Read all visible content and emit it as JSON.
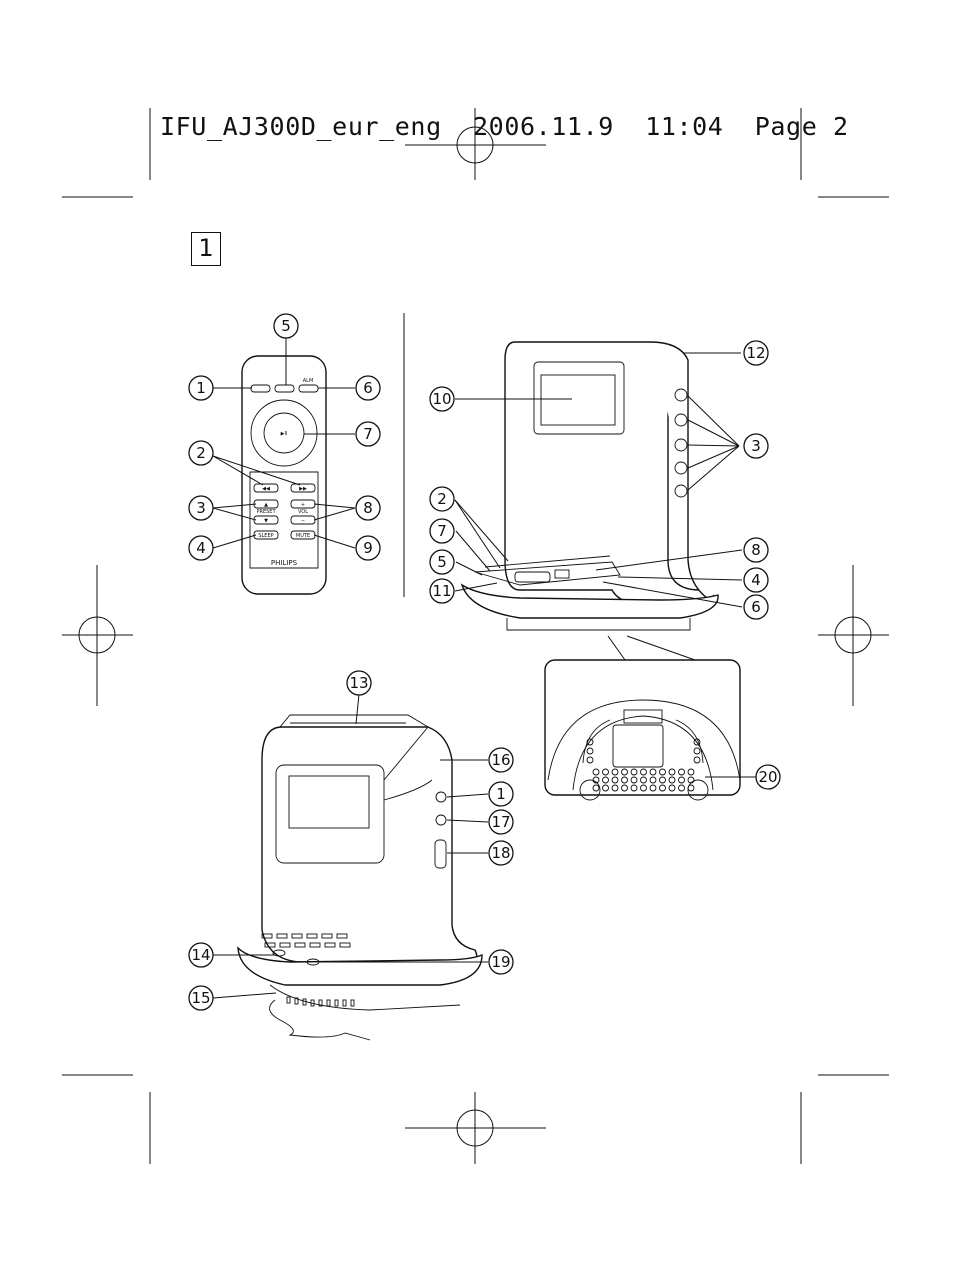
{
  "header": {
    "slug": "IFU_AJ300D_eur_eng  2006.11.9  11:04  Page 2"
  },
  "figure": {
    "number": "1"
  },
  "remote": {
    "brand": "PHILIPS",
    "labels": {
      "alarm": "ALM",
      "preset": "PRESET",
      "vol": "VOL",
      "sleep": "SLEEP",
      "mute": "MUTE"
    }
  },
  "callouts": {
    "remote": [
      "1",
      "2",
      "3",
      "4",
      "5",
      "6",
      "7",
      "8",
      "9"
    ],
    "dock_front": [
      "2",
      "3",
      "4",
      "5",
      "6",
      "7",
      "8",
      "10",
      "11",
      "12"
    ],
    "dock_back": [
      "1",
      "13",
      "14",
      "15",
      "16",
      "17",
      "18",
      "19"
    ],
    "dock_bottom": [
      "20"
    ]
  }
}
